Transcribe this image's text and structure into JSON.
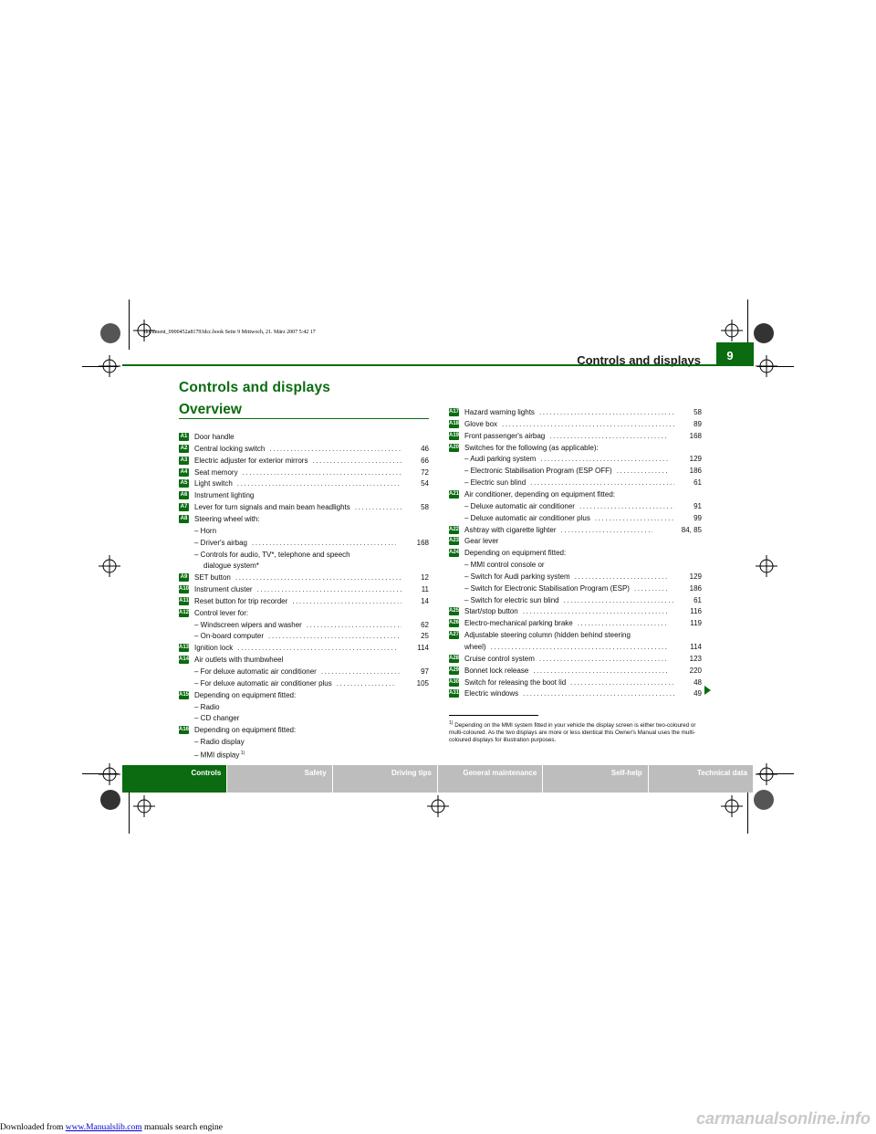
{
  "header": {
    "title": "Controls and displays",
    "page_number": "9"
  },
  "file_line": "document_0900452a81793dcc.book  Seite 9  Mittwoch, 21. März 2007  5:42 17",
  "main_title": "Controls and displays",
  "sub_title": "Overview",
  "left_items": [
    {
      "n": "1",
      "label": "Door handle",
      "page": ""
    },
    {
      "n": "2",
      "label": "Central locking switch",
      "page": "46",
      "dots": true
    },
    {
      "n": "3",
      "label": "Electric adjuster for exterior mirrors",
      "page": "66",
      "dots": true
    },
    {
      "n": "4",
      "label": "Seat memory",
      "page": "72",
      "dots": true
    },
    {
      "n": "5",
      "label": "Light switch",
      "page": "54",
      "dots": true
    },
    {
      "n": "6",
      "label": "Instrument lighting",
      "page": ""
    },
    {
      "n": "7",
      "label": "Lever for turn signals and main beam headlights",
      "page": "58",
      "dots": true
    },
    {
      "n": "8",
      "label": "Steering wheel with:",
      "page": ""
    },
    {
      "sub": "– Horn",
      "page": ""
    },
    {
      "sub": "– Driver's airbag",
      "page": "168",
      "dots": true
    },
    {
      "sub": "– Controls for audio, TV*, telephone and speech",
      "page": ""
    },
    {
      "sub2": "dialogue system*",
      "page": ""
    },
    {
      "n": "9",
      "label": "SET button",
      "page": "12",
      "dots": true
    },
    {
      "n": "10",
      "label": "Instrument cluster",
      "page": "11",
      "dots": true
    },
    {
      "n": "11",
      "label": "Reset button for trip recorder",
      "page": "14",
      "dots": true
    },
    {
      "n": "12",
      "label": "Control lever for:",
      "page": ""
    },
    {
      "sub": "– Windscreen wipers and washer",
      "page": "62",
      "dots": true
    },
    {
      "sub": "– On-board computer",
      "page": "25",
      "dots": true
    },
    {
      "n": "13",
      "label": "Ignition lock",
      "page": "114",
      "dots": true
    },
    {
      "n": "14",
      "label": "Air outlets with thumbwheel",
      "page": ""
    },
    {
      "sub": "– For deluxe automatic air conditioner",
      "page": "97",
      "dots": true
    },
    {
      "sub": "– For deluxe automatic air conditioner plus",
      "page": "105",
      "dots": true
    },
    {
      "n": "15",
      "label": "Depending on equipment fitted:",
      "page": ""
    },
    {
      "sub": "– Radio",
      "page": ""
    },
    {
      "sub": "– CD changer",
      "page": ""
    },
    {
      "n": "16",
      "label": "Depending on equipment fitted:",
      "page": ""
    },
    {
      "sub": "– Radio display",
      "page": ""
    },
    {
      "sub": "– MMI display",
      "sup": "1)",
      "page": ""
    }
  ],
  "right_items": [
    {
      "n": "17",
      "label": "Hazard warning lights",
      "page": "58",
      "dots": true
    },
    {
      "n": "18",
      "label": "Glove box",
      "page": "89",
      "dots": true
    },
    {
      "n": "19",
      "label": "Front passenger's airbag",
      "page": "168",
      "dots": true
    },
    {
      "n": "20",
      "label": "Switches for the following (as applicable):",
      "page": ""
    },
    {
      "sub": "– Audi parking system",
      "page": "129",
      "dots": true
    },
    {
      "sub": "– Electronic Stabilisation Program (ESP OFF)",
      "page": "186",
      "dots": true
    },
    {
      "sub": "– Electric sun blind",
      "page": "61",
      "dots": true
    },
    {
      "n": "21",
      "label": "Air conditioner, depending on equipment fitted:",
      "page": ""
    },
    {
      "sub": "– Deluxe automatic air conditioner",
      "page": "91",
      "dots": true
    },
    {
      "sub": "– Deluxe automatic air conditioner plus",
      "page": "99",
      "dots": true
    },
    {
      "n": "22",
      "label": "Ashtray with cigarette lighter",
      "page": "84, 85",
      "dots": true
    },
    {
      "n": "23",
      "label": "Gear lever",
      "page": ""
    },
    {
      "n": "24",
      "label": "Depending on equipment fitted:",
      "page": ""
    },
    {
      "sub": "– MMI control console or",
      "page": ""
    },
    {
      "sub": "– Switch for Audi parking system",
      "page": "129",
      "dots": true
    },
    {
      "sub": "– Switch for Electronic Stabilisation Program (ESP)",
      "page": "186",
      "dots": true
    },
    {
      "sub": "– Switch for electric sun blind",
      "page": "61",
      "dots": true
    },
    {
      "n": "25",
      "label": "Start/stop button",
      "page": "116",
      "dots": true
    },
    {
      "n": "26",
      "label": "Electro-mechanical parking brake",
      "page": "119",
      "dots": true
    },
    {
      "n": "27",
      "label": "Adjustable steering column (hidden behind steering",
      "page": ""
    },
    {
      "cont": "wheel)",
      "page": "114",
      "dots": true
    },
    {
      "n": "28",
      "label": "Cruise control system",
      "page": "123",
      "dots": true
    },
    {
      "n": "29",
      "label": "Bonnet lock release",
      "page": "220",
      "dots": true
    },
    {
      "n": "30",
      "label": "Switch for releasing the boot lid",
      "page": "48",
      "dots": true
    },
    {
      "n": "31",
      "label": "Electric windows",
      "page": "49",
      "dots": true
    }
  ],
  "footnote": {
    "marker": "1)",
    "text": "Depending on the MMI system fitted in your vehicle the display screen is either two-coloured or multi-coloured. As the two displays are more or less identical this Owner's Manual uses the multi-coloured displays for illustration purposes."
  },
  "tabs": [
    "Controls",
    "Safety",
    "Driving tips",
    "General maintenance",
    "Self-help",
    "Technical data"
  ],
  "bottom": {
    "prefix": "Downloaded from ",
    "link": "www.Manualslib.com",
    "suffix": "  manuals search engine"
  },
  "watermark": "carmanualsonline.info",
  "colors": {
    "accent": "#0a6b10",
    "tab_inactive": "#bdbdbd"
  }
}
